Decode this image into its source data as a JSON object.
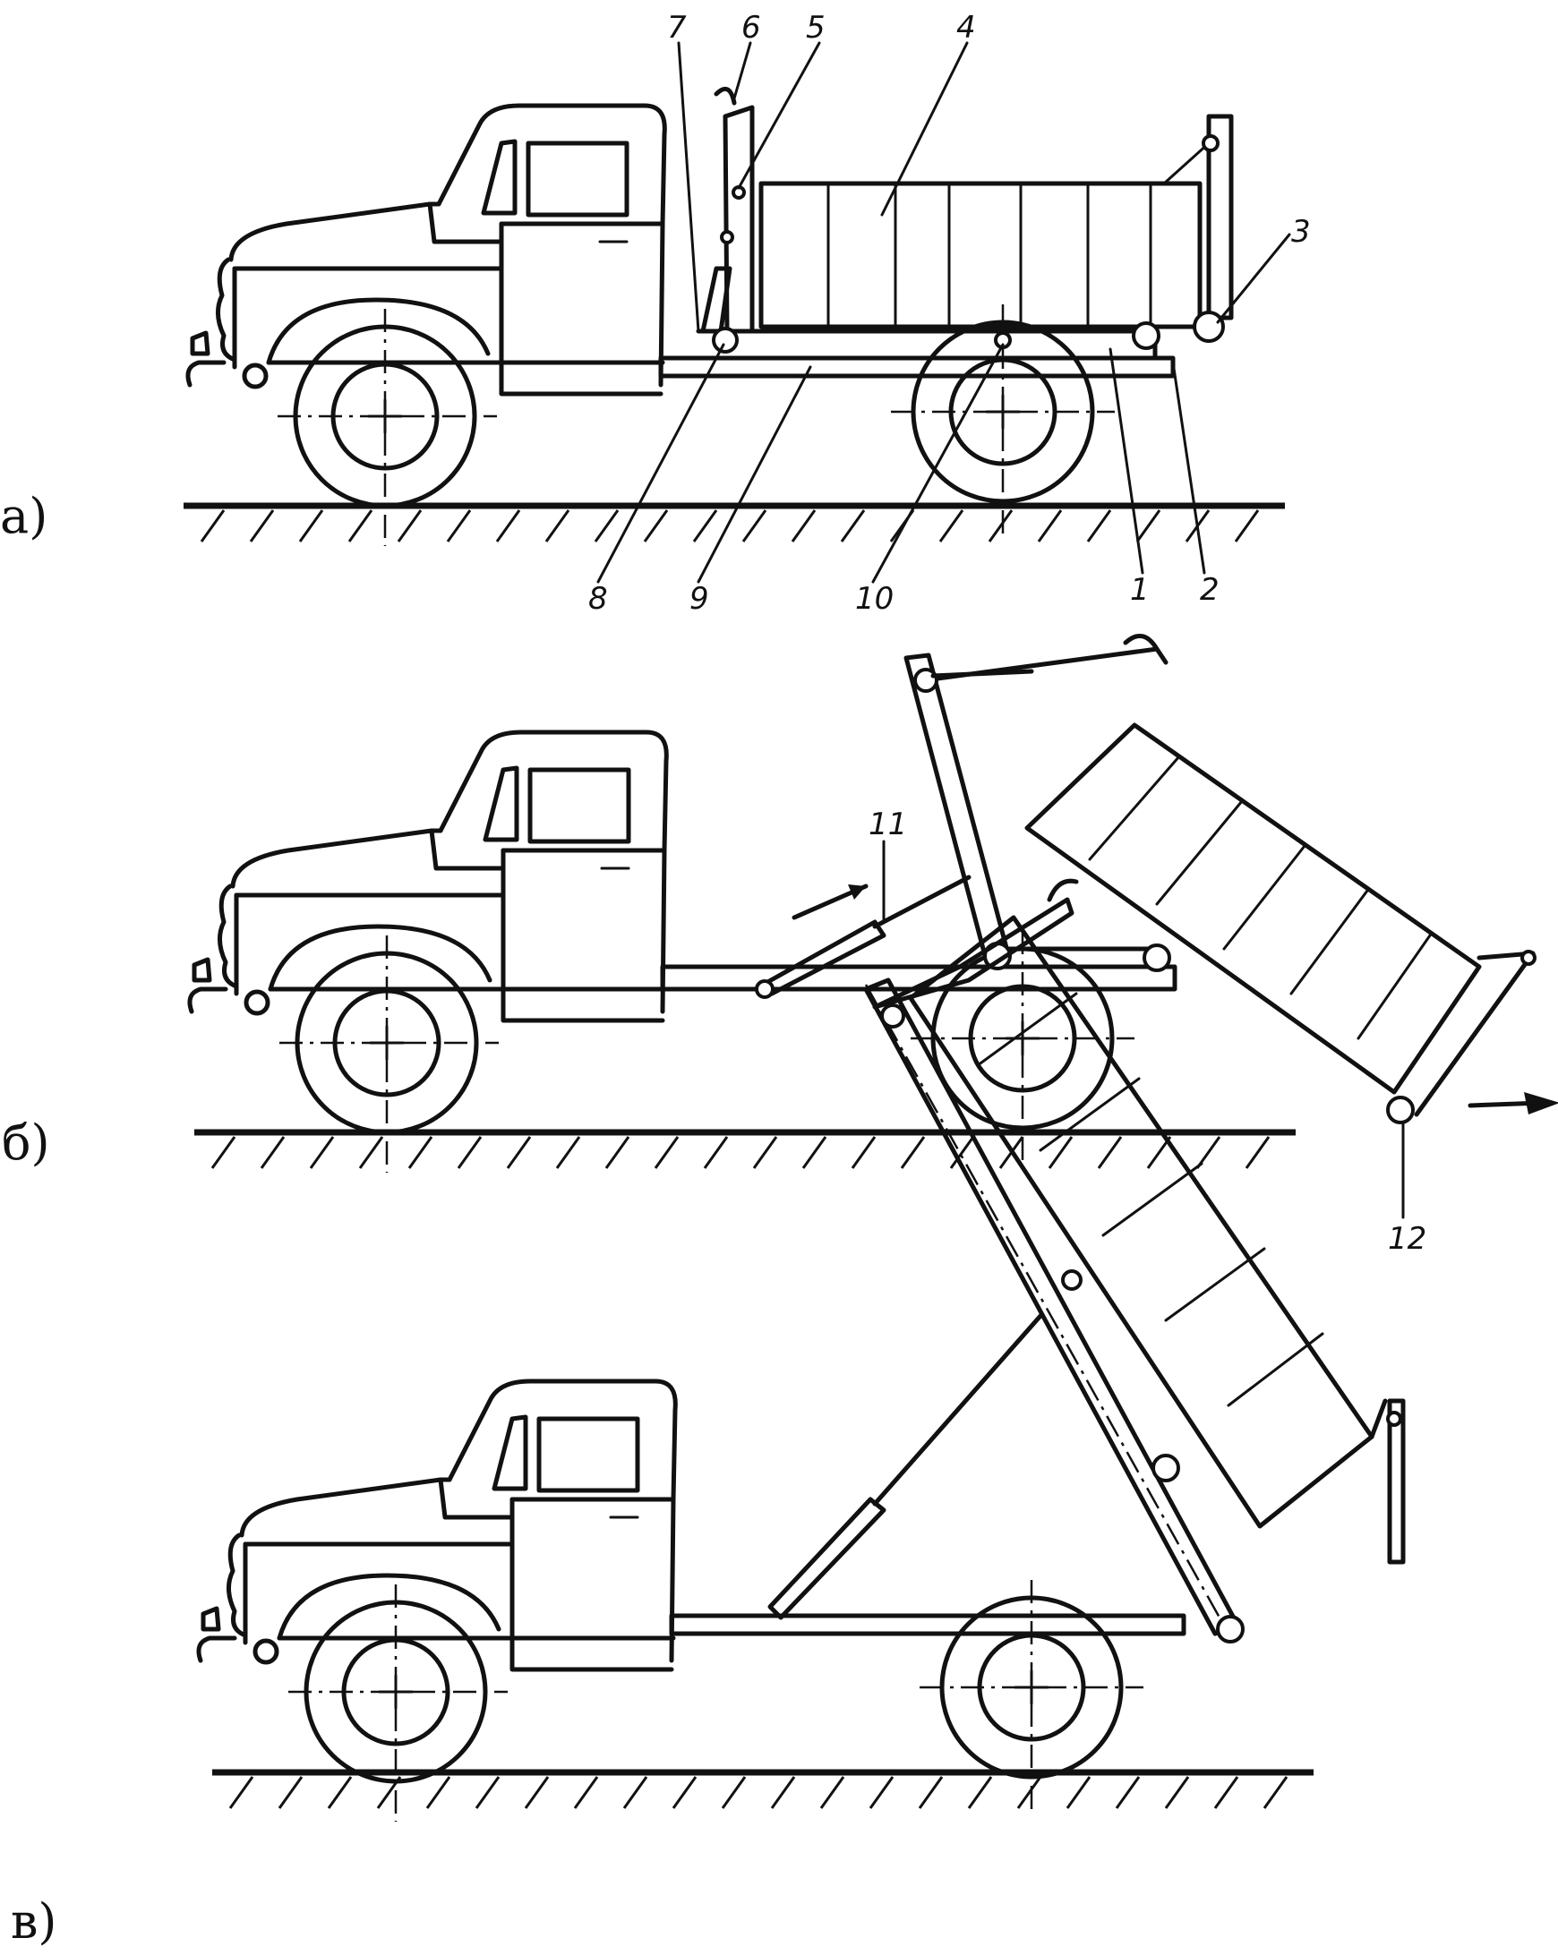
{
  "panels": [
    {
      "label": "а)",
      "callouts": [
        "1",
        "2",
        "3",
        "4",
        "5",
        "6",
        "7",
        "8",
        "9",
        "10"
      ]
    },
    {
      "label": "б)",
      "callouts": [
        "11",
        "12"
      ]
    },
    {
      "label": "в)",
      "callouts": []
    }
  ]
}
